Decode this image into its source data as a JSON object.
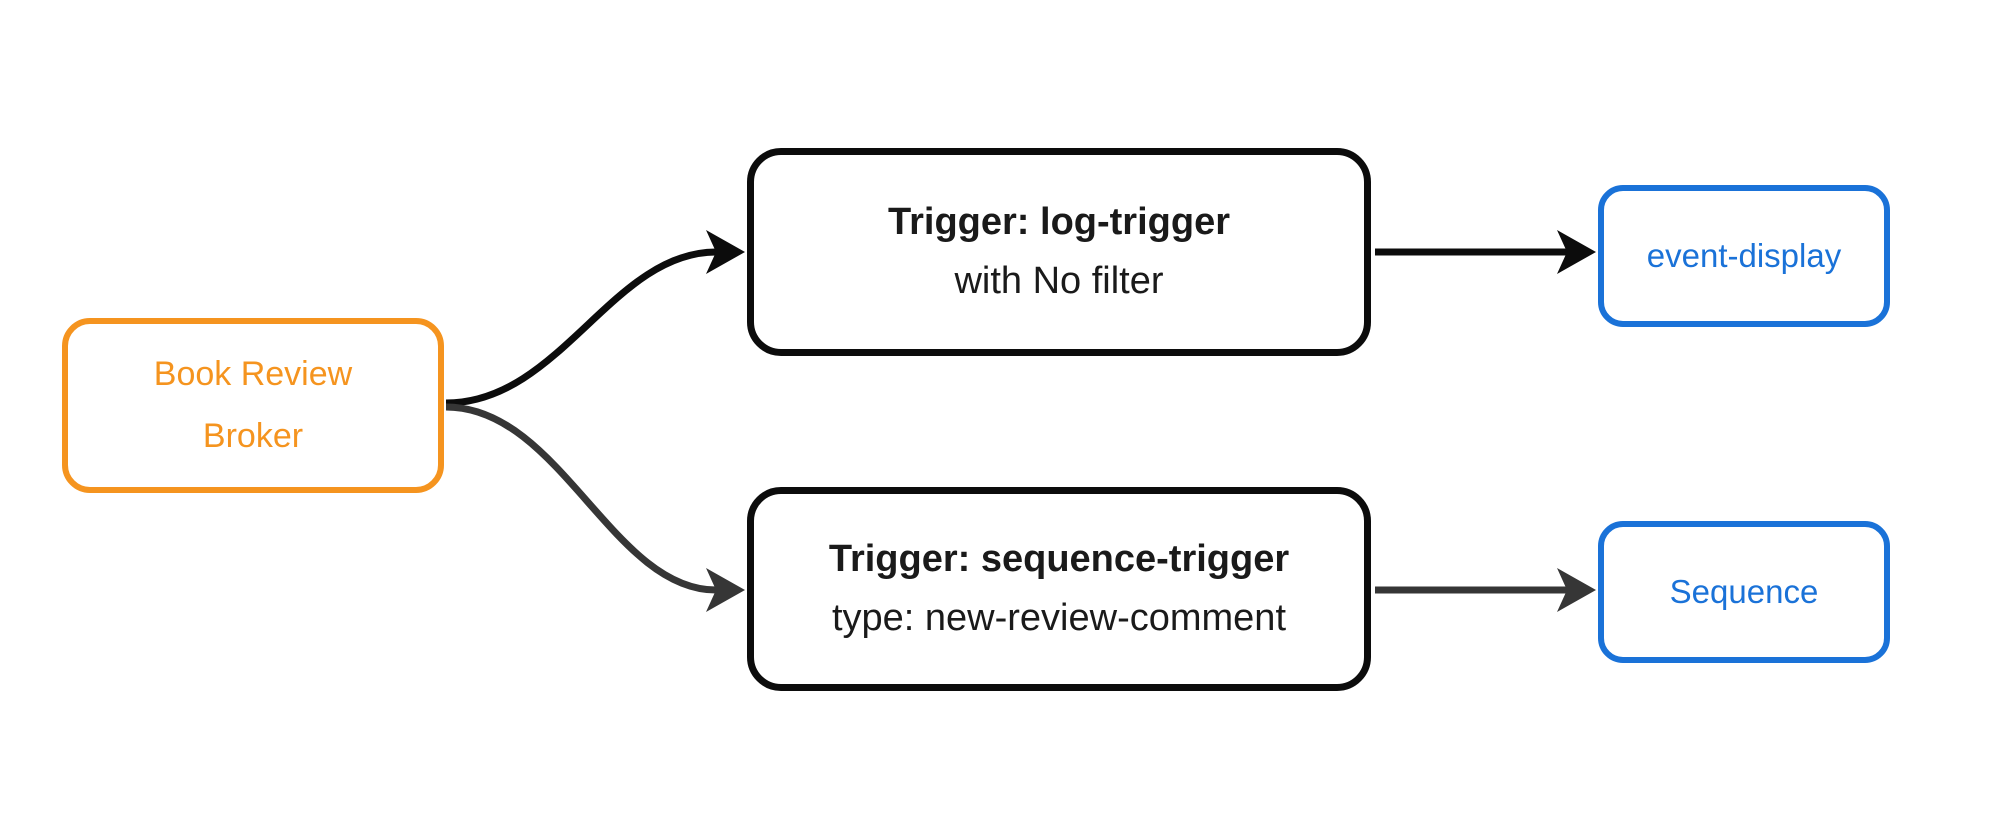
{
  "diagram": {
    "nodes": {
      "broker": {
        "line1": "Book Review",
        "line2": "Broker"
      },
      "log_trigger": {
        "title": "Trigger: log-trigger",
        "subtitle": "with No filter"
      },
      "sequence_trigger": {
        "title": "Trigger: sequence-trigger",
        "subtitle": "type: new-review-comment"
      },
      "event_display": {
        "label": "event-display"
      },
      "sequence": {
        "label": "Sequence"
      }
    },
    "edges": [
      {
        "from": "Book Review Broker",
        "to": "Trigger: log-trigger"
      },
      {
        "from": "Book Review Broker",
        "to": "Trigger: sequence-trigger"
      },
      {
        "from": "Trigger: log-trigger",
        "to": "event-display"
      },
      {
        "from": "Trigger: sequence-trigger",
        "to": "Sequence"
      }
    ],
    "colors": {
      "canvas_bg": "#ffffff",
      "orange": "#F5941F",
      "blue": "#1A72D8",
      "edge_dark": "#0C0C0C",
      "edge_gray": "#363636",
      "node_border_dark": "#0C0C0C",
      "text_dark": "#1A1A1A",
      "node_fill": "#FFFFFF"
    }
  }
}
